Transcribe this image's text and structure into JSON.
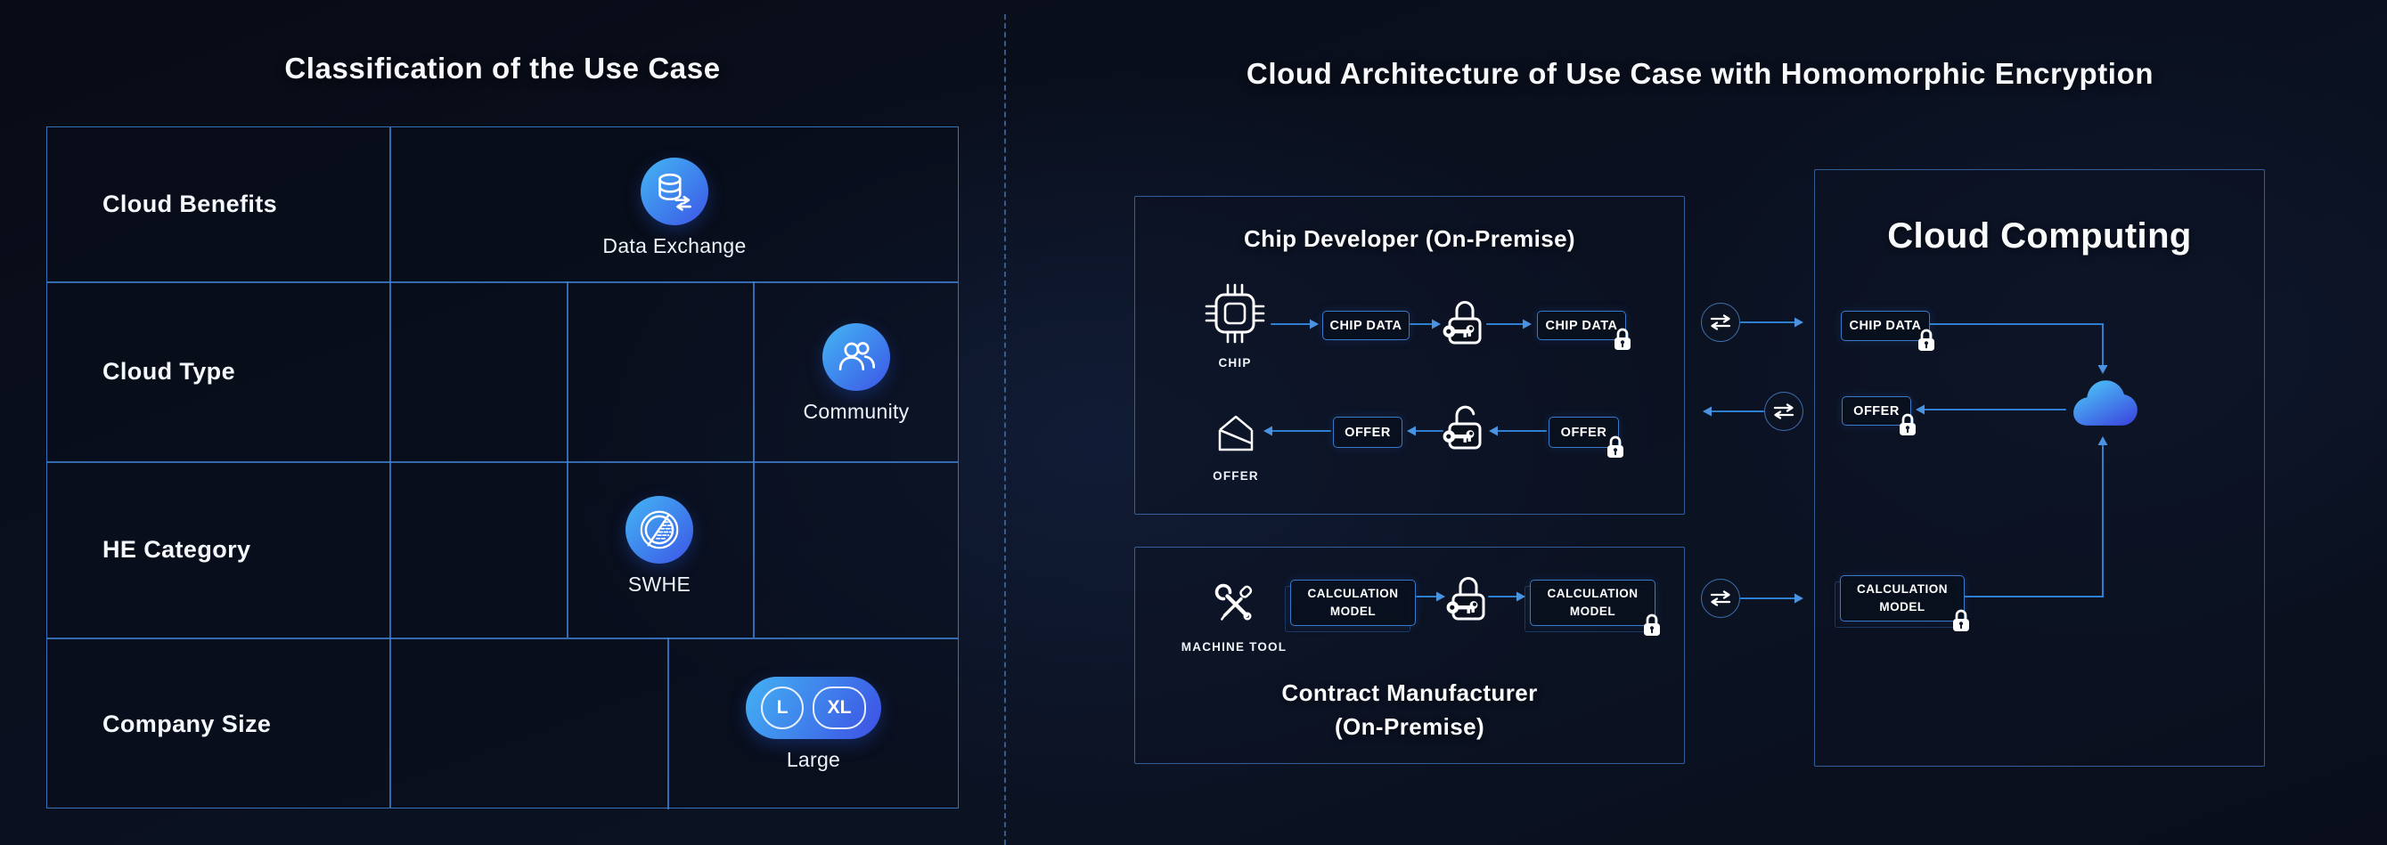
{
  "left_panel": {
    "title": "Classification of the Use Case",
    "rows": [
      {
        "label": "Cloud Benefits"
      },
      {
        "label": "Cloud Type"
      },
      {
        "label": "HE Category"
      },
      {
        "label": "Company Size"
      }
    ],
    "cells": {
      "data_exchange": "Data Exchange",
      "community": "Community",
      "swhe": "SWHE",
      "large": "Large",
      "badge_l": "L",
      "badge_xl": "XL"
    }
  },
  "right_panel": {
    "title": "Cloud Architecture of Use Case with Homomorphic Encryption",
    "chip_developer_title": "Chip Developer (On-Premise)",
    "contract_manufacturer_title_line1": "Contract Manufacturer",
    "contract_manufacturer_title_line2": "(On-Premise)",
    "cloud_title": "Cloud Computing",
    "labels": {
      "chip": "CHIP",
      "offer": "OFFER",
      "machine_tool": "MACHINE TOOL",
      "chip_data": "CHIP DATA",
      "offer_box": "OFFER",
      "calculation": "CALCULATION",
      "model": "MODEL"
    }
  },
  "colors": {
    "background": "#0a0f1d",
    "grid_blue": "#4082d6",
    "box_border": "#3a68a8",
    "chip_border": "#3a78c9",
    "arrow_blue": "#2f7fd0",
    "icon_gradient_start": "#46b5f3",
    "icon_gradient_end": "#3d55e6",
    "cloud_gradient_start": "#4cc2f7",
    "cloud_gradient_end": "#3c4ee0"
  }
}
